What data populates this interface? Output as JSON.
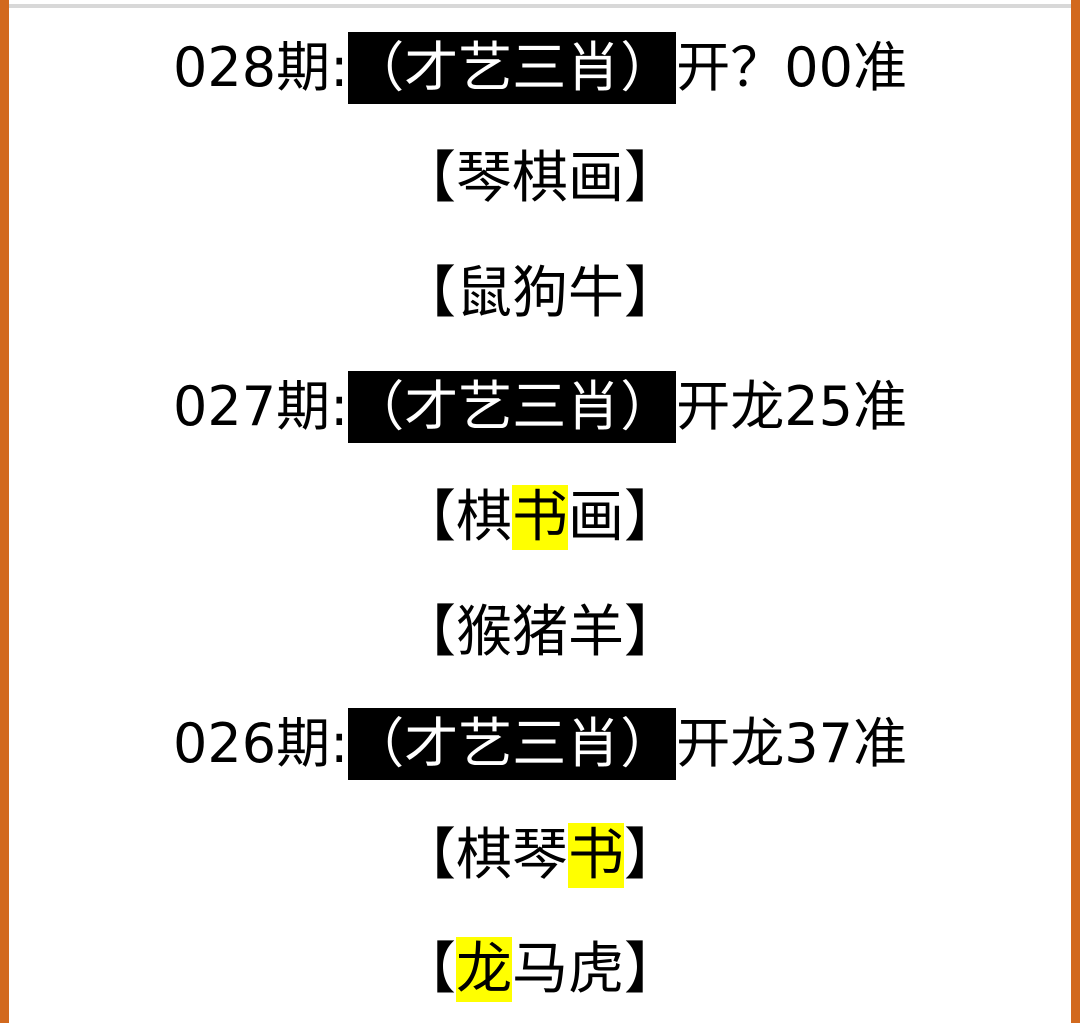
{
  "colors": {
    "frame": "#d2691e",
    "tag_bg": "#000000",
    "tag_fg": "#ffffff",
    "highlight": "#ffff00",
    "text": "#000000"
  },
  "records": [
    {
      "prefix": "028期:",
      "tag": "（才艺三肖）",
      "result": "开？00准",
      "art_open": "【",
      "art": [
        "琴",
        "棋",
        "画"
      ],
      "art_close": "】",
      "zodiac_open": "【",
      "zodiac": [
        "鼠",
        "狗",
        "牛"
      ],
      "zodiac_close": "】"
    },
    {
      "prefix": "027期:",
      "tag": "（才艺三肖）",
      "result": "开龙25准",
      "art_open": "【",
      "art": [
        "棋",
        "书",
        "画"
      ],
      "art_highlight": 1,
      "art_close": "】",
      "zodiac_open": "【",
      "zodiac": [
        "猴",
        "猪",
        "羊"
      ],
      "zodiac_close": "】"
    },
    {
      "prefix": "026期:",
      "tag": "（才艺三肖）",
      "result": "开龙37准",
      "art_open": "【",
      "art": [
        "棋",
        "琴",
        "书"
      ],
      "art_highlight": 2,
      "art_close": "】",
      "zodiac_open": "【",
      "zodiac": [
        "龙",
        "马",
        "虎"
      ],
      "zodiac_highlight": 0,
      "zodiac_close": "】"
    }
  ]
}
